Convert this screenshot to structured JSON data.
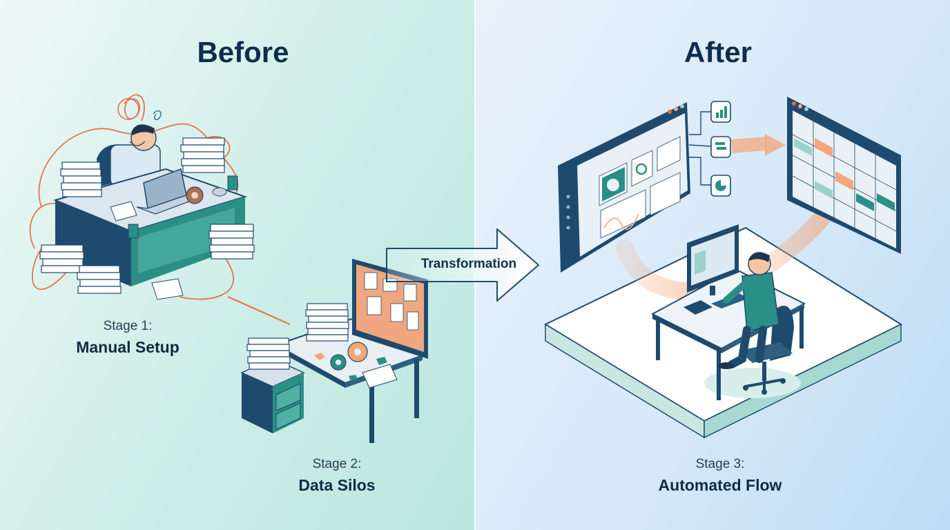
{
  "headings": {
    "before": "Before",
    "after": "After"
  },
  "stages": [
    {
      "number_label": "Stage 1:",
      "name": "Manual Setup"
    },
    {
      "number_label": "Stage 2:",
      "name": "Data Silos"
    },
    {
      "number_label": "Stage 3:",
      "name": "Automated Flow"
    }
  ],
  "transition": {
    "label": "Transformation"
  },
  "colors": {
    "navy": "#1e4a6e",
    "teal": "#2a8f86",
    "light_teal": "#bfe6df",
    "orange_accent": "#f4a679",
    "tangle_red": "#e36a3c",
    "text_dark": "#0f2d4d"
  }
}
